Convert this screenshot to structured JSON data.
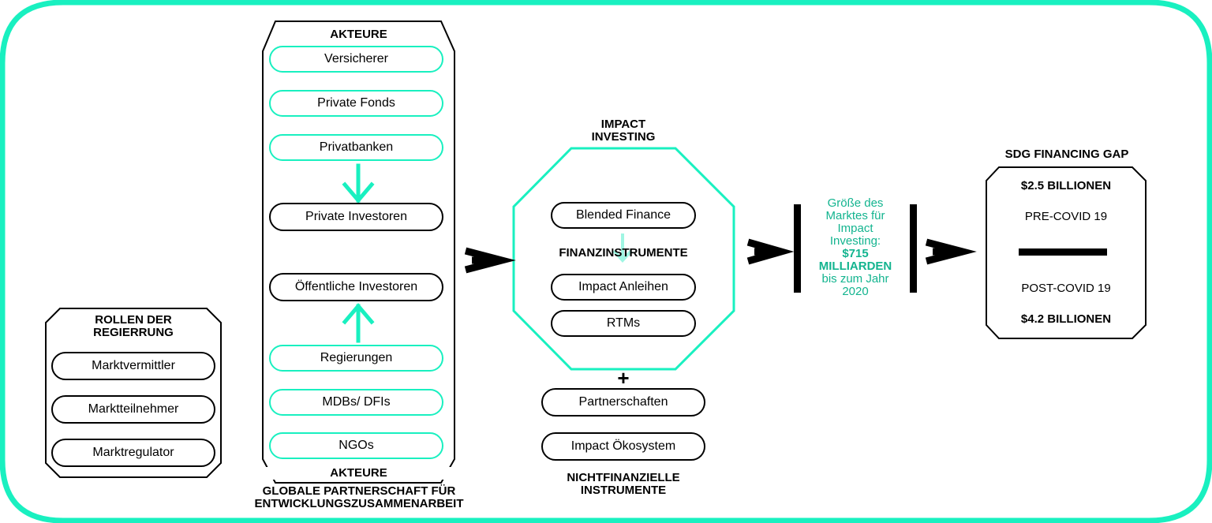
{
  "colors": {
    "accent": "#19f0c0",
    "accent_text": "#13b48f",
    "ink": "#000000"
  },
  "roles": {
    "title": "ROLLEN DER\nREGIERRUNG",
    "items": [
      "Marktvermittler",
      "Marktteilnehmer",
      "Marktregulator"
    ]
  },
  "actors": {
    "top_title": "AKTEURE",
    "private_items": [
      "Versicherer",
      "Private Fonds",
      "Privatbanken"
    ],
    "private_investors": "Private Investoren",
    "public_investors": "Öffentliche Investoren",
    "public_items": [
      "Regierungen",
      "MDBs/ DFIs",
      "NGOs"
    ],
    "bottom_title": "AKTEURE",
    "caption": "GLOBALE PARTNERSCHAFT FÜR\nENTWICKLUNGSZUSAMMENARBEIT"
  },
  "impact": {
    "title": "IMPACT\nINVESTING",
    "blended": "Blended Finance",
    "instruments_label": "FINANZINSTRUMENTE",
    "bonds": "Impact Anleihen",
    "rtms": "RTMs",
    "plus": "+",
    "partnerships": "Partnerschaften",
    "ecosystem": "Impact Ökosystem",
    "nonfinancial_label": "NICHTFINANZIELLE\nINSTRUMENTE"
  },
  "market": {
    "line1": "Größe des\nMarktes für\nImpact\nInvesting:",
    "amount": "$715\nMILLIARDEN",
    "line2": "bis zum Jahr\n2020"
  },
  "sdg": {
    "title": "SDG FINANCING GAP",
    "pre_amount": "$2.5 BILLIONEN",
    "pre_label": "PRE-COVID 19",
    "post_label": "POST-COVID 19",
    "post_amount": "$4.2 BILLIONEN"
  }
}
